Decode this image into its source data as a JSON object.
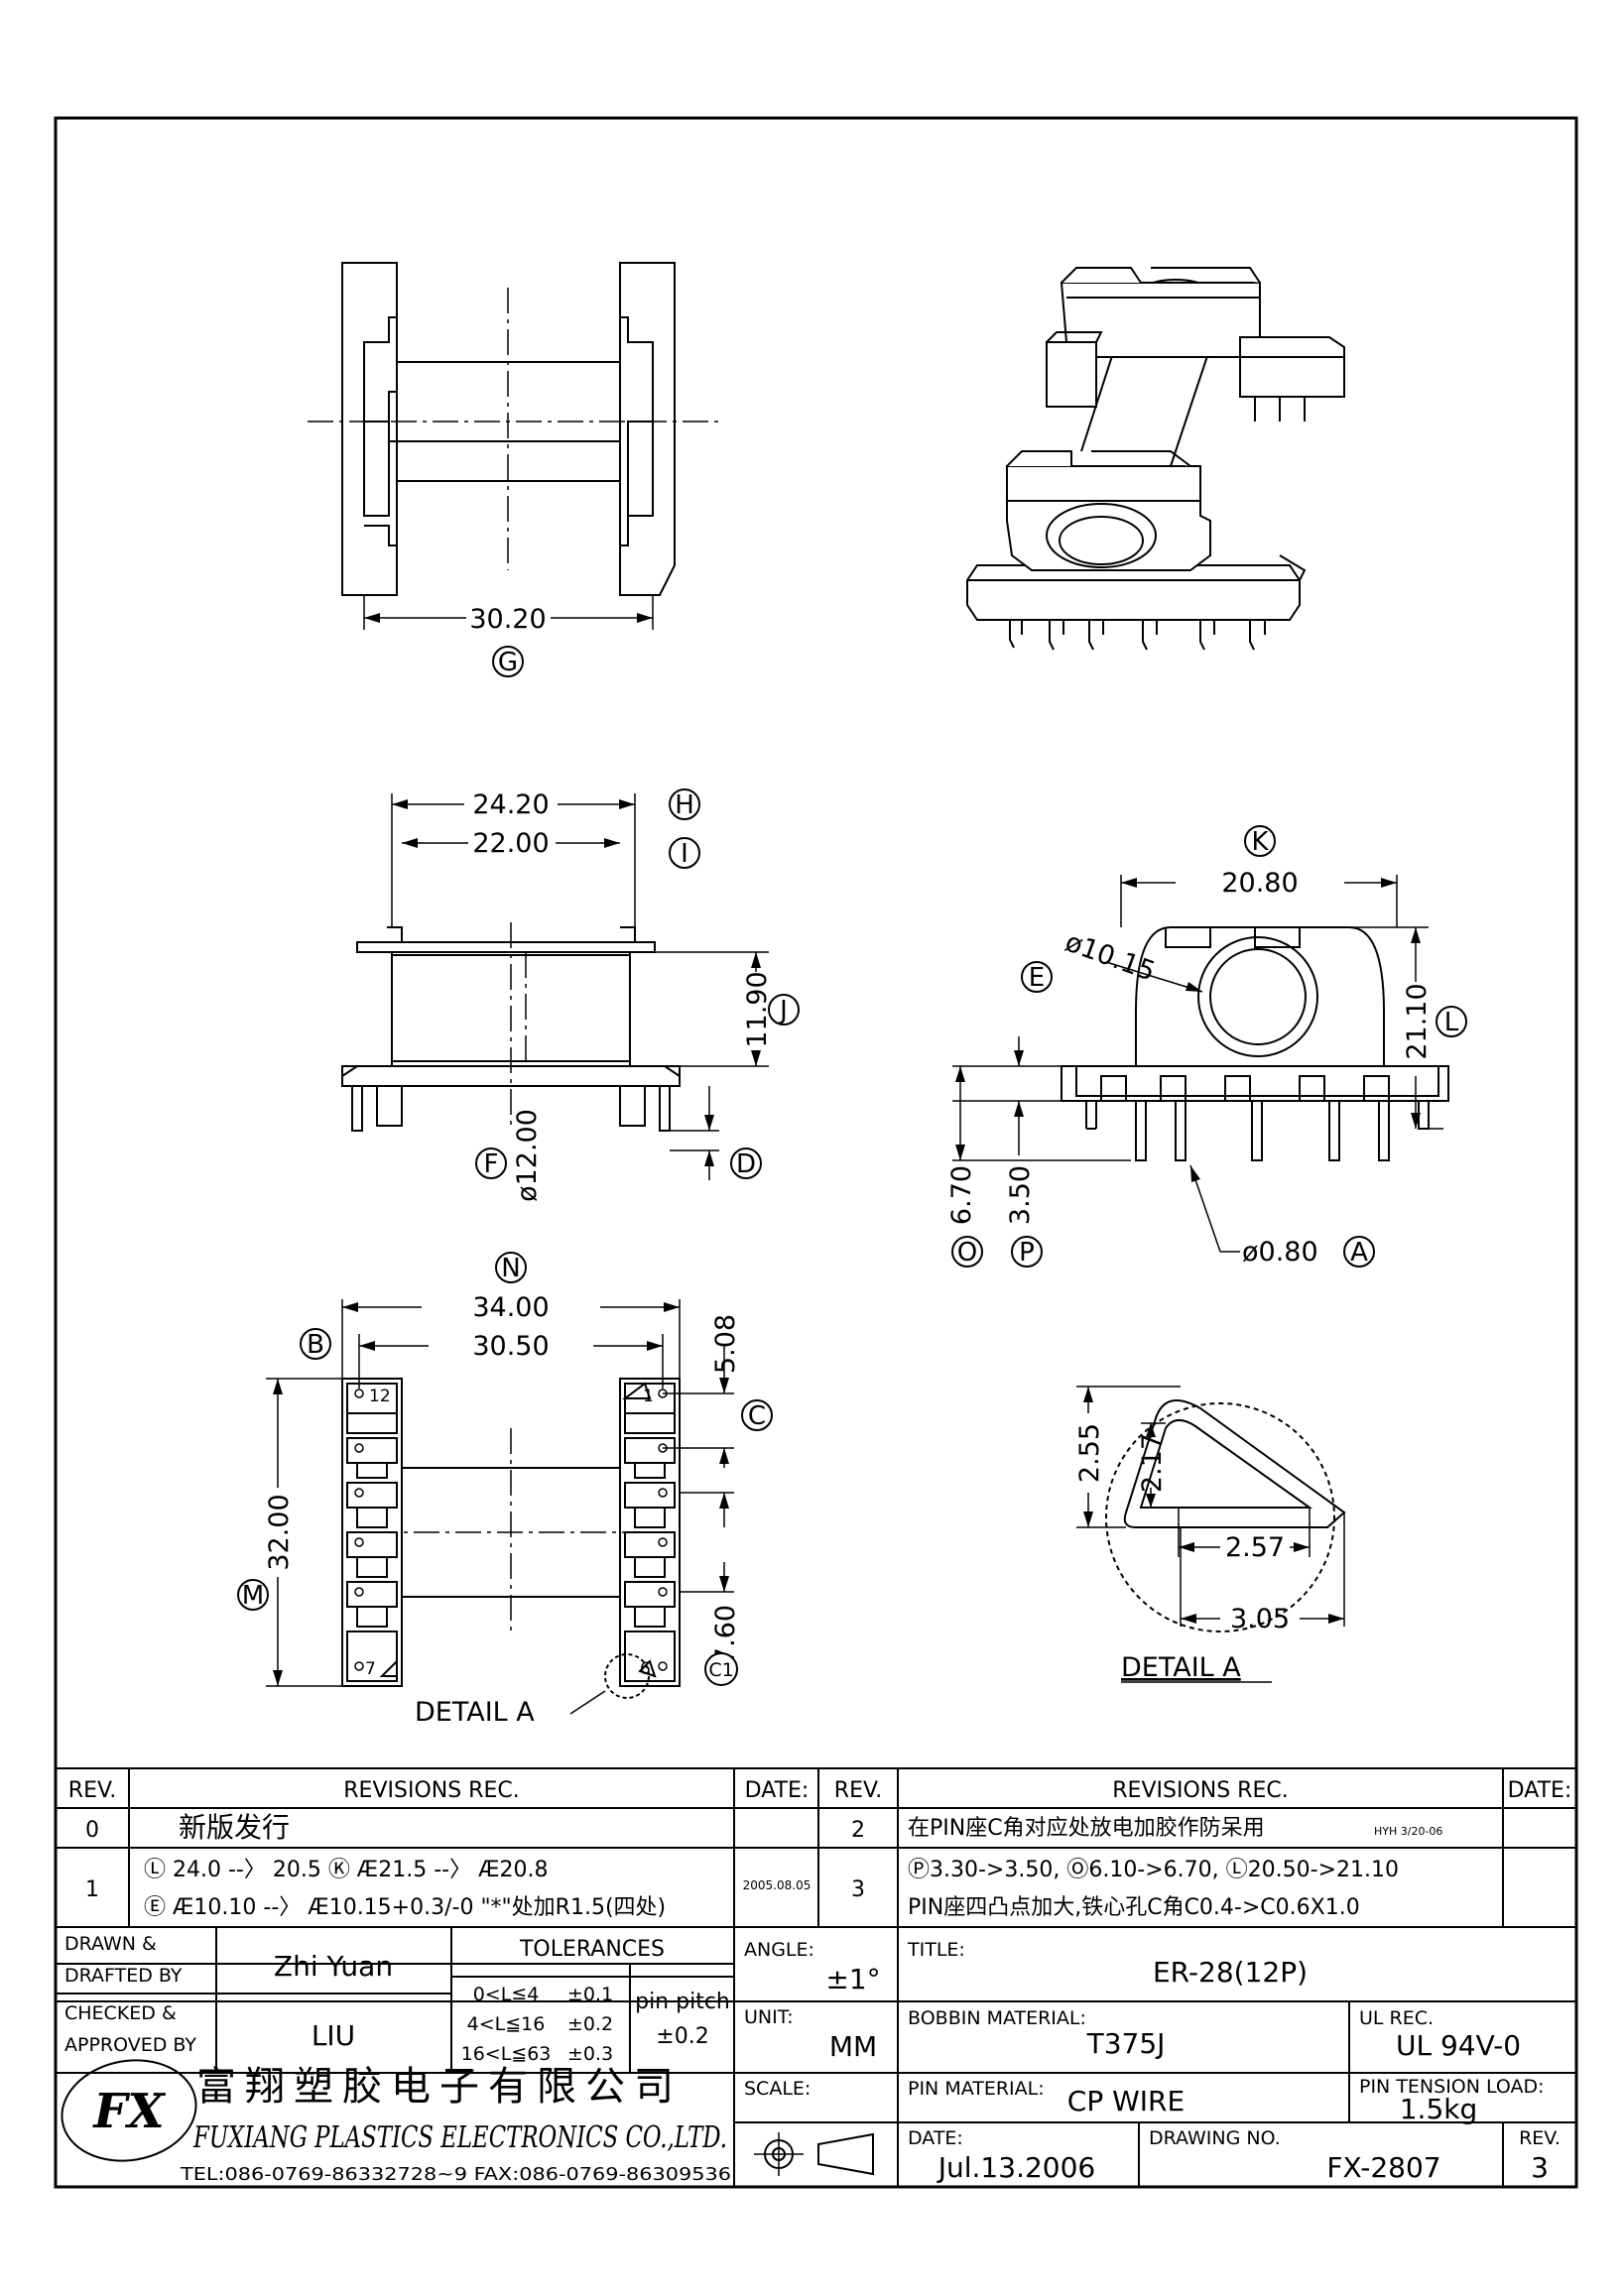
{
  "dimensions": {
    "g_width": "30.20",
    "h_width": "24.20",
    "i_width": "22.00",
    "j_height": "11.90",
    "f_diameter": "ø12.00",
    "k_width": "20.80",
    "e_diameter": "ø10.15",
    "l_height": "21.10",
    "o_height": "6.70",
    "p_height": "3.50",
    "a_pin": "ø0.80",
    "n_width": "34.00",
    "b_width": "30.50",
    "m_height": "32.00",
    "c_pitch": "5.08",
    "c1_pitch": "7.60",
    "detail_h": "2.55",
    "detail_h2": "2.17",
    "detail_w": "2.57",
    "detail_w2": "3.05"
  },
  "callouts": {
    "g": "G",
    "h": "H",
    "i": "I",
    "j": "J",
    "f": "F",
    "d": "D",
    "k": "K",
    "e": "E",
    "l": "L",
    "o": "O",
    "p": "P",
    "a": "A",
    "n": "N",
    "b": "B",
    "c": "C",
    "m": "M",
    "c1": "C1"
  },
  "pins": {
    "p12": "12",
    "p1": "1",
    "p7": "7",
    "p6": "6"
  },
  "detail_label": "DETAIL  A",
  "detail_title": "DETAIL  A",
  "title_block": {
    "rev_header": "REV.",
    "revisions_header": "REVISIONS   REC.",
    "date_header": "DATE:",
    "rev_header_2": "REV.",
    "revisions_header_2": "REVISIONS    REC.",
    "date_header_2": "DATE:",
    "rows_left": [
      {
        "rev": "0",
        "text1": "新版发行",
        "text2": "",
        "date": ""
      },
      {
        "rev": "1",
        "text1": "Ⓛ 24.0 --〉 20.5   Ⓚ Æ21.5 --〉 Æ20.8",
        "text2": "Ⓔ Æ10.10 --〉 Æ10.15+0.3/-0 \"*\"处加R1.5(四处)",
        "date": "2005.08.05"
      }
    ],
    "rows_right": [
      {
        "rev": "2",
        "text1": "在PIN座C角对应处放电加胶作防呆用",
        "note": "HYH 3/20-06",
        "text2": ""
      },
      {
        "rev": "3",
        "text1": "Ⓟ3.30->3.50, Ⓞ6.10->6.70, Ⓛ20.50->21.10",
        "text2": "PIN座四凸点加大,铁心孔C角C0.4->C0.6X1.0"
      }
    ],
    "drawn_label_1": "DRAWN  &",
    "drawn_label_2": "DRAFTED  BY",
    "drawn_by": "Zhi Yuan",
    "checked_label_1": "CHECKED  &",
    "checked_label_2": "APPROVED  BY",
    "checked_by": "LIU",
    "tolerances_header": "TOLERANCES",
    "tolerances": [
      {
        "range": "0<L≦4",
        "tol": "±0.1"
      },
      {
        "range": "4<L≦16",
        "tol": "±0.2"
      },
      {
        "range": "16<L≦63",
        "tol": "±0.3"
      }
    ],
    "pin_pitch_label": "pin pitch",
    "pin_pitch_tol": "±0.2",
    "angle_label": "ANGLE:",
    "angle_value": "±1°",
    "unit_label": "UNIT:",
    "unit_value": "MM",
    "scale_label": "SCALE:",
    "title_label": "TITLE:",
    "title_value": "ER-28(12P)",
    "bobbin_material_label": "BOBBIN  MATERIAL:",
    "bobbin_material_value": "T375J",
    "ul_rec_label": "UL  REC.",
    "ul_rec_value": "UL  94V-0",
    "pin_material_label": "PIN  MATERIAL:",
    "pin_material_value": "CP  WIRE",
    "pin_tension_label": "PIN  TENSION  LOAD:",
    "pin_tension_value": "1.5kg",
    "date_label": "DATE:",
    "date_value": "Jul.13.2006",
    "drawing_no_label": "DRAWING  NO.",
    "drawing_no_value": "FX-2807",
    "rev_label": "REV.",
    "rev_value": "3",
    "company_cn": "富翔塑胶电子有限公司",
    "company_en": "FUXIANG  PLASTICS  ELECTRONICS  CO.,LTD.",
    "company_contact": "TEL:086-0769-86332728~9  FAX:086-0769-86309536",
    "logo_text": "FX"
  }
}
